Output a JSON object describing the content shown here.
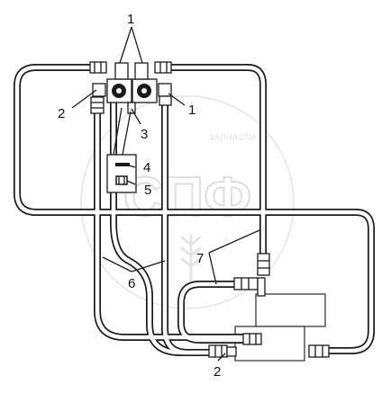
{
  "watermark": {
    "big_text": "СПФ",
    "small_text": "ЗАПЧАСТИ"
  },
  "callouts": {
    "valve": "1",
    "elbow": "2",
    "block": "3",
    "bracket": "4",
    "bolt": "5",
    "hose_long": "6",
    "hose_short": "7"
  }
}
